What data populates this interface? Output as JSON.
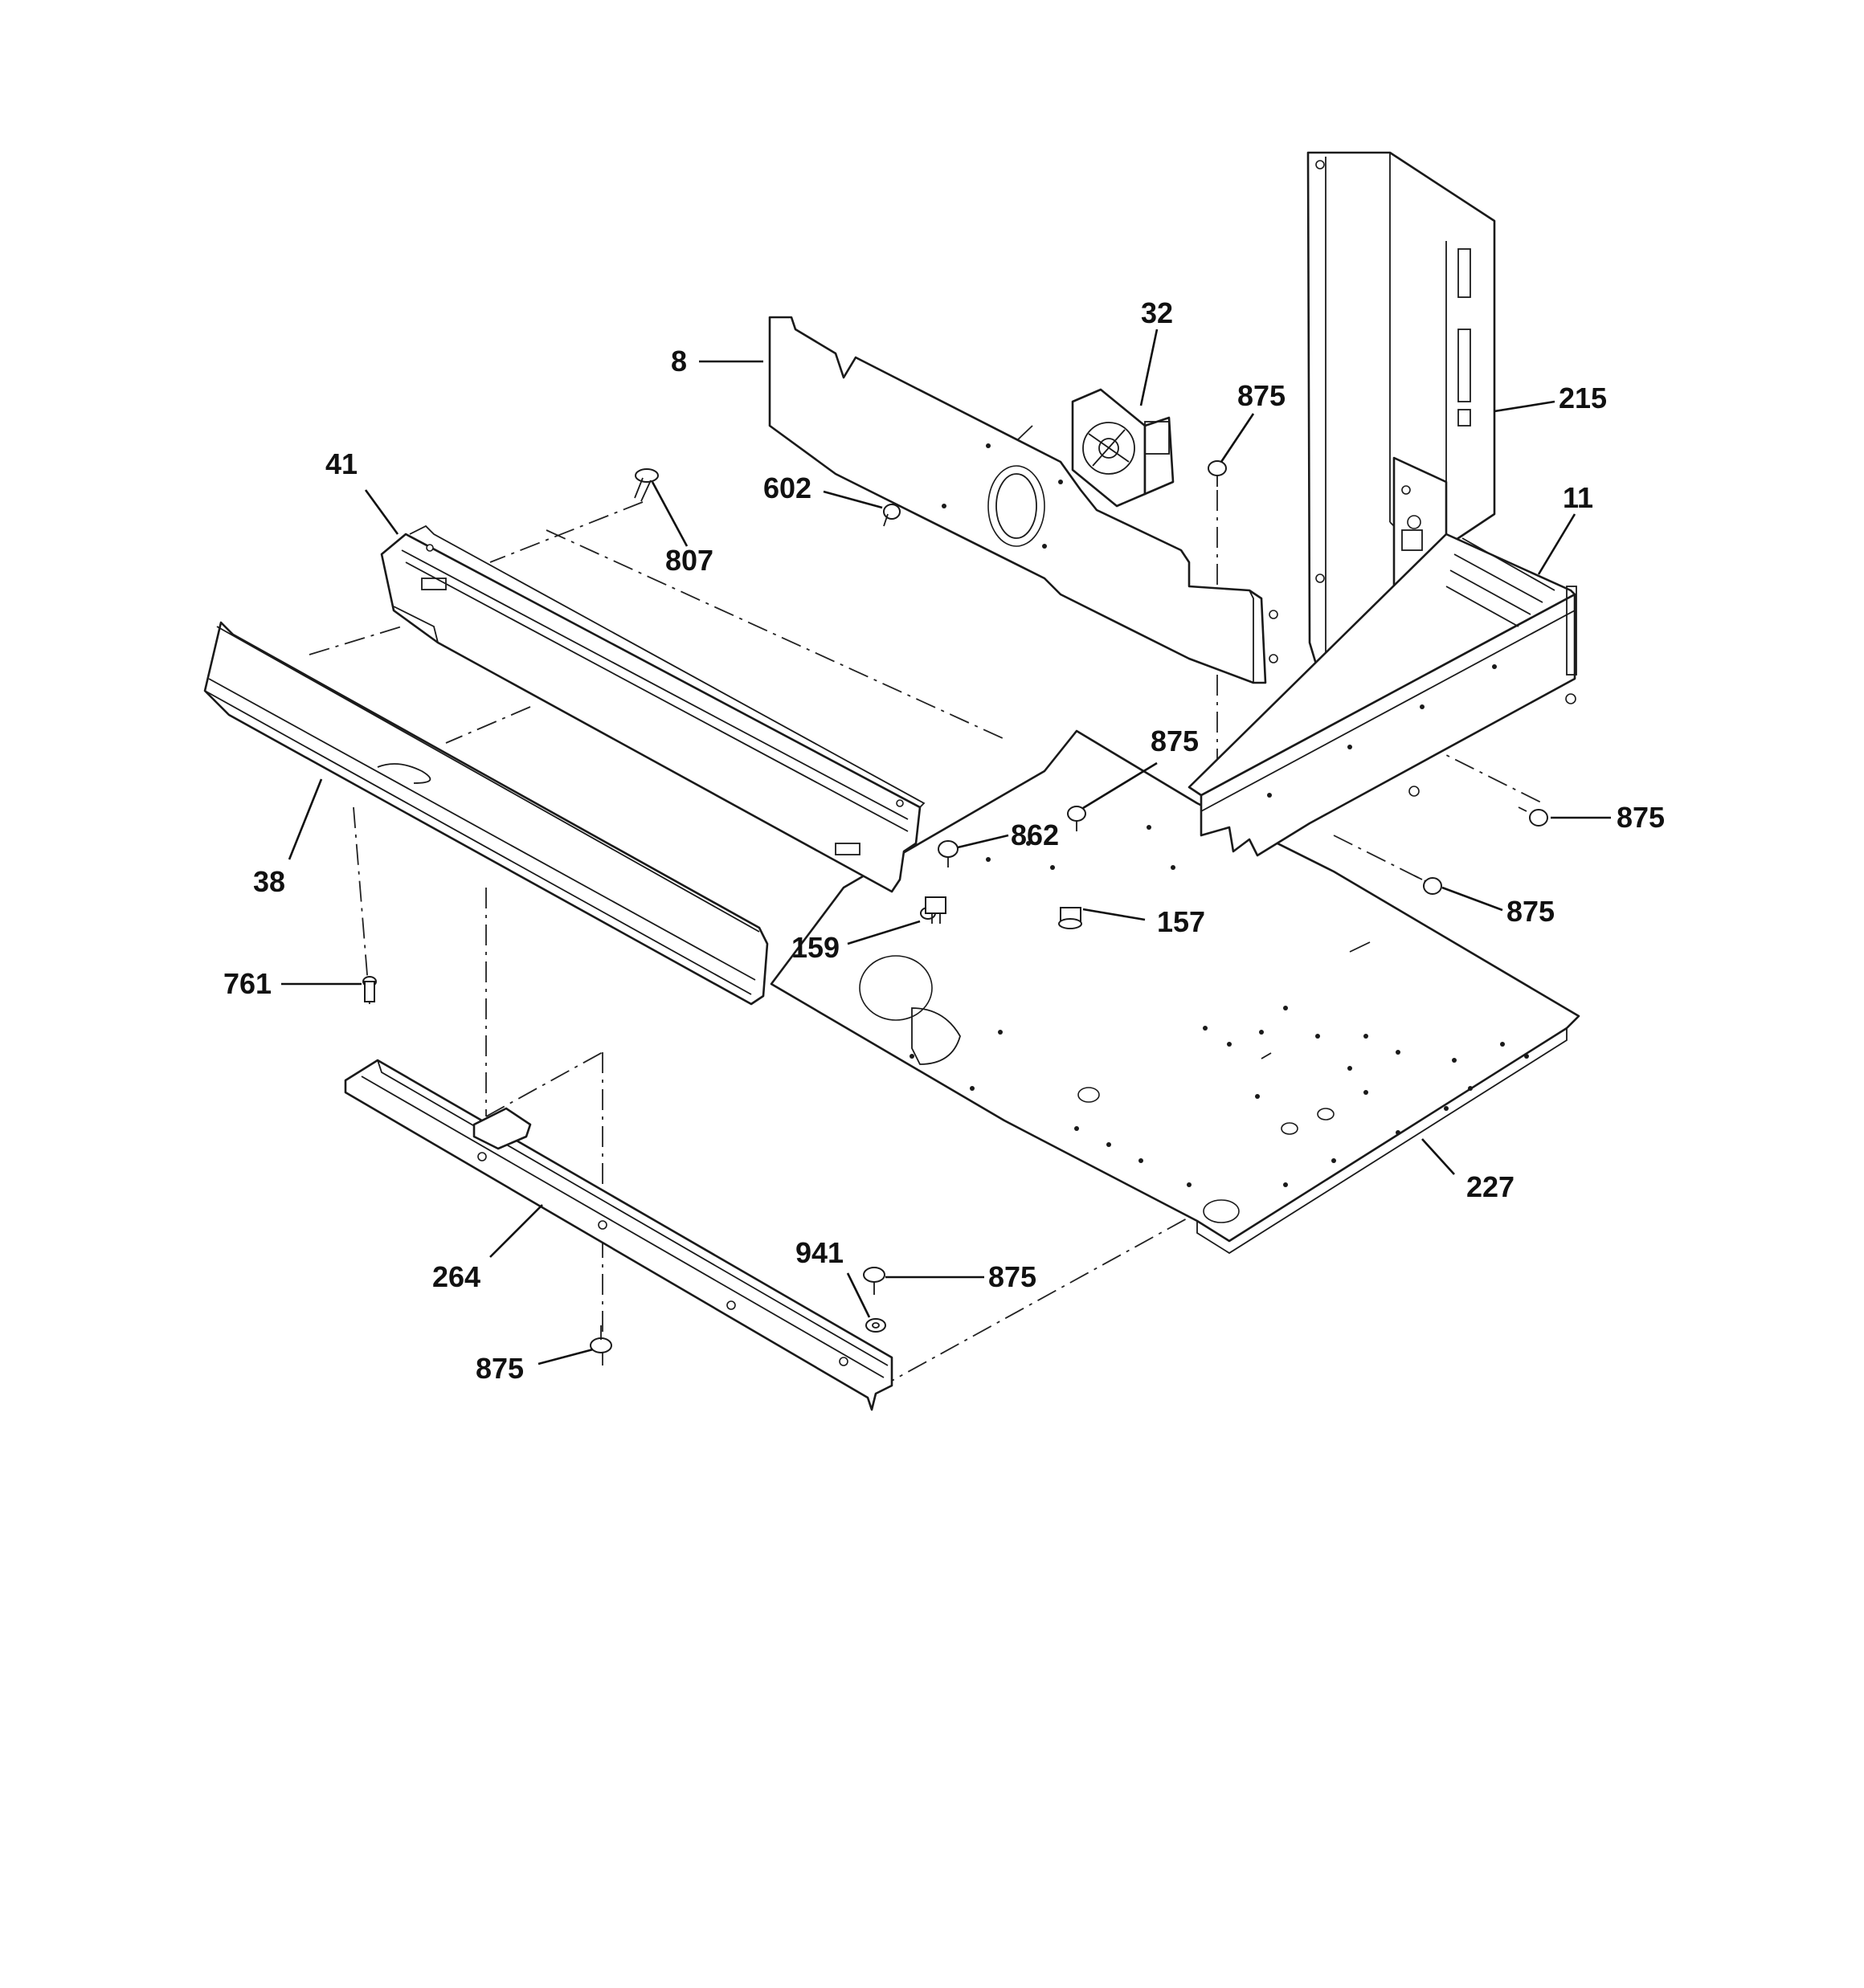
{
  "callouts": [
    {
      "id": "c8",
      "label": "8"
    },
    {
      "id": "c32",
      "label": "32"
    },
    {
      "id": "c875a",
      "label": "875"
    },
    {
      "id": "c215",
      "label": "215"
    },
    {
      "id": "c11",
      "label": "11"
    },
    {
      "id": "c41",
      "label": "41"
    },
    {
      "id": "c807",
      "label": "807"
    },
    {
      "id": "c602",
      "label": "602"
    },
    {
      "id": "c875b",
      "label": "875"
    },
    {
      "id": "c875c",
      "label": "875"
    },
    {
      "id": "c862",
      "label": "862"
    },
    {
      "id": "c38",
      "label": "38"
    },
    {
      "id": "c159",
      "label": "159"
    },
    {
      "id": "c157",
      "label": "157"
    },
    {
      "id": "c875d",
      "label": "875"
    },
    {
      "id": "c761",
      "label": "761"
    },
    {
      "id": "c227",
      "label": "227"
    },
    {
      "id": "c941",
      "label": "941"
    },
    {
      "id": "c875e",
      "label": "875"
    },
    {
      "id": "c264",
      "label": "264"
    },
    {
      "id": "c875f",
      "label": "875"
    }
  ]
}
